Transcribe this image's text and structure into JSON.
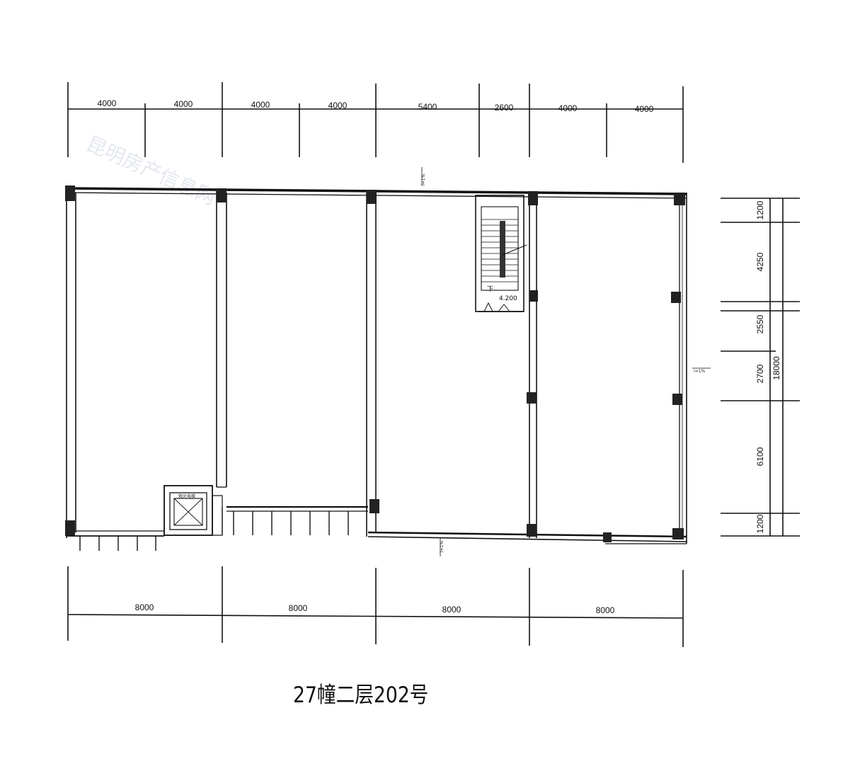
{
  "title": "27幢二层202号",
  "watermark": "昆明房产信息网",
  "top_dimensions": [
    "4000",
    "4000",
    "4000",
    "4000",
    "5400",
    "2600",
    "4000",
    "4000"
  ],
  "bottom_dimensions": [
    "8000",
    "8000",
    "8000",
    "8000"
  ],
  "right_dimensions": [
    "1200",
    "4250",
    "2550",
    "2700",
    "6100",
    "1200"
  ],
  "right_total": "18000",
  "slope_labels": [
    "i=1%",
    "i=1%",
    "i=1%"
  ],
  "stair_level": "4.200",
  "stair_mark": "下",
  "elevator_label": "观光电梯"
}
